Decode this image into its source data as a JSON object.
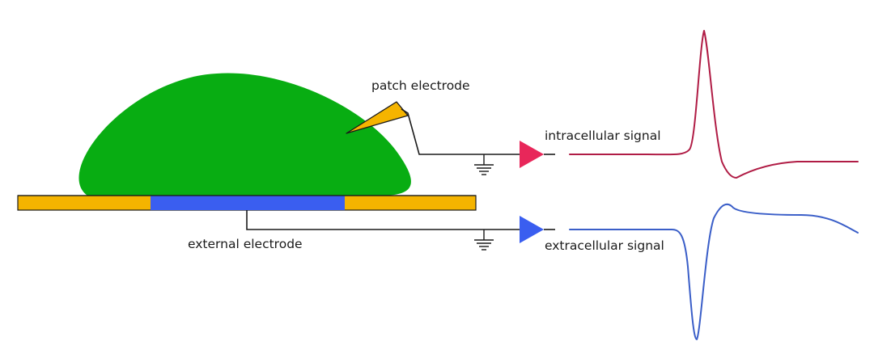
{
  "labels": {
    "patch_electrode": "patch electrode",
    "external_electrode": "external electrode",
    "intracellular_signal": "intracellular signal",
    "extracellular_signal": "extracellular signal"
  },
  "colors": {
    "cell": "#08ad12",
    "substrate": "#f5b400",
    "external_electrode": "#3a5ef0",
    "patch_electrode": "#f5b400",
    "intracellular_amplifier": "#e8275a",
    "extracellular_amplifier": "#3a5ef0",
    "intracellular_trace": "#b01c45",
    "extracellular_trace": "#3a5ec8"
  },
  "icons": {
    "intracellular_amplifier": "amplifier-triangle-icon",
    "extracellular_amplifier": "amplifier-triangle-icon",
    "ground": "ground-icon"
  }
}
